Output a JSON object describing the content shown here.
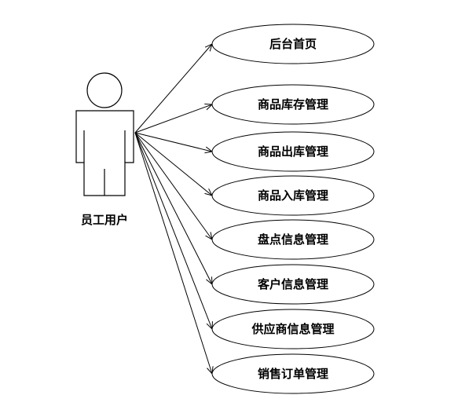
{
  "actor": {
    "label": "员工用户"
  },
  "use_cases": [
    {
      "label": "后台首页"
    },
    {
      "label": "商品库存管理"
    },
    {
      "label": "商品出库管理"
    },
    {
      "label": "商品入库管理"
    },
    {
      "label": "盘点信息管理"
    },
    {
      "label": "客户信息管理"
    },
    {
      "label": "供应商信息管理"
    },
    {
      "label": "销售订单管理"
    }
  ]
}
